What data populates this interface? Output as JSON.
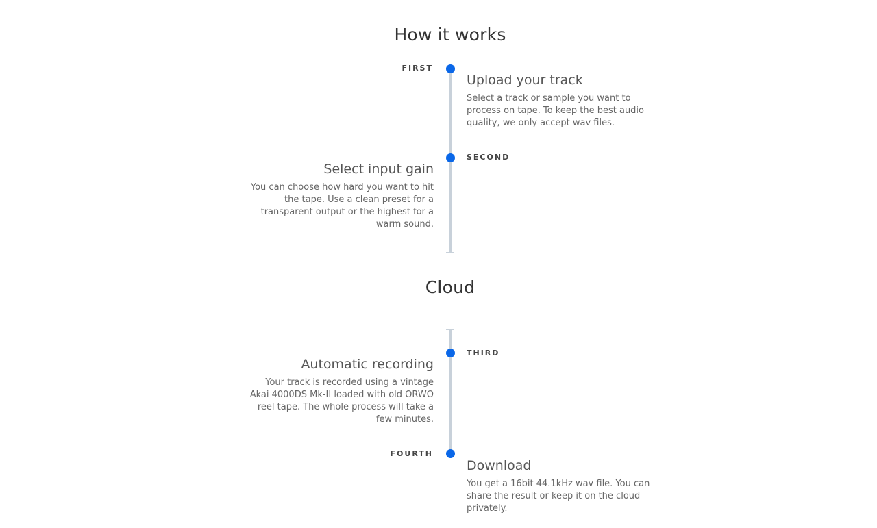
{
  "sections": {
    "how_it_works": {
      "title": "How it works"
    },
    "cloud": {
      "title": "Cloud"
    }
  },
  "colors": {
    "dot": "#0a67e8",
    "line": "#c8d1da",
    "heading": "#333333",
    "text": "#666666"
  },
  "steps": [
    {
      "label": "FIRST",
      "title": "Upload your track",
      "description": "Select a track or sample you want to process on tape. To keep the best audio quality, we only accept wav files."
    },
    {
      "label": "SECOND",
      "title": "Select input gain",
      "description": "You can choose how hard you want to hit the tape. Use a clean preset for a transparent output or the highest for a warm sound."
    },
    {
      "label": "THIRD",
      "title": "Automatic recording",
      "description": "Your track is recorded using a vintage Akai 4000DS Mk-II loaded with old ORWO reel tape. The whole process will take a few minutes."
    },
    {
      "label": "FOURTH",
      "title": "Download",
      "description": "You get a 16bit 44.1kHz wav file. You can share the result or keep it on the cloud privately."
    }
  ]
}
